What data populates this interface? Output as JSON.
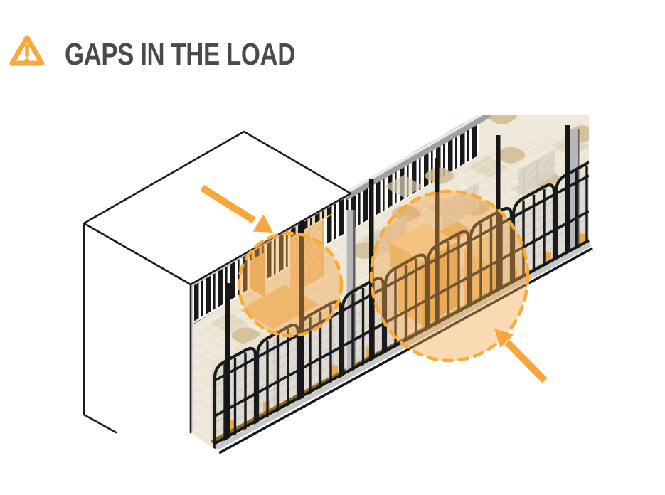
{
  "header": {
    "title": "GAPS IN THE LOAD",
    "icon": "warning-triangle-icon"
  },
  "illustration": {
    "name": "trailer-load-cutaway-diagram",
    "description_elements": [
      "trailer-front-box",
      "far-wall-rail",
      "floor-grid",
      "pallet-row",
      "lattice-gates"
    ],
    "annotations": [
      {
        "type": "highlight-circle",
        "label": "gap-1",
        "position": "front-section"
      },
      {
        "type": "highlight-circle",
        "label": "gap-2",
        "position": "mid-section"
      },
      {
        "type": "arrow",
        "label": "arrow-1",
        "direction": "down-right"
      },
      {
        "type": "arrow",
        "label": "arrow-2",
        "direction": "up-left"
      }
    ]
  },
  "colors": {
    "accent_orange": "#F5A73C",
    "highlight_stroke": "#F8AB36",
    "highlight_fill": "#F2A649",
    "title_text": "#4A4A4C",
    "outline_black": "#1B1B1E",
    "floor_beige": "#EFE9DC",
    "tile_beige": "#DCD1B6",
    "blob_tan": "#D0BA92",
    "box_gray": "#E0DCD5",
    "brick_line": "#C6C1B7",
    "box_orange": "#EFC58D",
    "box_orange_dark": "#E3AD61",
    "box_orange_top": "#F4D8A8",
    "rail_gray": "#9EA0A4",
    "pillar_gray": "#B7B7BA",
    "strip_brown": "#8A681C",
    "pallet_foot": "#ECA84E"
  }
}
